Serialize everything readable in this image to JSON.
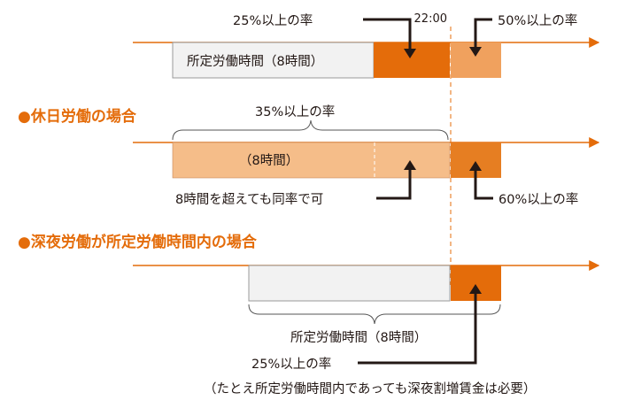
{
  "time_marker": "22:00",
  "section1": {
    "bar_label": "所定労働時間（8時間）",
    "label_25": "25%以上の率",
    "label_50": "50%以上の率"
  },
  "section2": {
    "heading": "●休日労働の場合",
    "brace_label": "35%以上の率",
    "bar_label": "（8時間）",
    "note": "8時間を超えても同率で可",
    "label_60": "60%以上の率"
  },
  "section3": {
    "heading": "●深夜労働が所定労働時間内の場合",
    "brace_label": "所定労働時間（8時間）",
    "label_25": "25%以上の率",
    "note": "（たとえ所定労働時間内であっても深夜割増賃金は必要）"
  },
  "colors": {
    "timeline": "#e46c0a",
    "heading": "#e46c0a",
    "regular_fill": "#f2f2f2",
    "pct25": "#e46c0a",
    "pct50": "#f0a15e",
    "pct35": "#f5bd89",
    "pct60": "#e67e22",
    "arrow": "#231815"
  }
}
